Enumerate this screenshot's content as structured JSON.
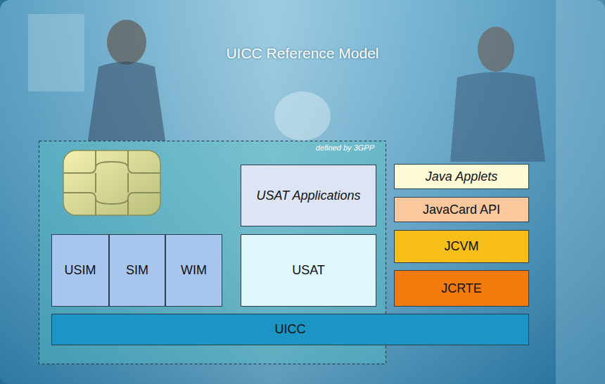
{
  "diagram": {
    "title": "UICC Reference Model",
    "nodes": [
      {
        "text": [
          "defined by 3GPP"
        ]
      },
      {
        "text": [
          "USAT Applications"
        ],
        "in": 0
      },
      {
        "text": [
          "Java Applets"
        ]
      },
      {
        "text": [
          "JavaCard API"
        ]
      },
      {
        "text": [
          "USIM"
        ],
        "in": 0
      },
      {
        "text": [
          "SIM"
        ],
        "in": 0
      },
      {
        "text": [
          "WIM"
        ],
        "in": 0
      },
      {
        "text": [
          "USAT"
        ],
        "in": 0
      },
      {
        "text": [
          "JCVM"
        ]
      },
      {
        "text": [
          "JCRTE"
        ]
      },
      {
        "text": [
          "UICC"
        ]
      }
    ]
  }
}
